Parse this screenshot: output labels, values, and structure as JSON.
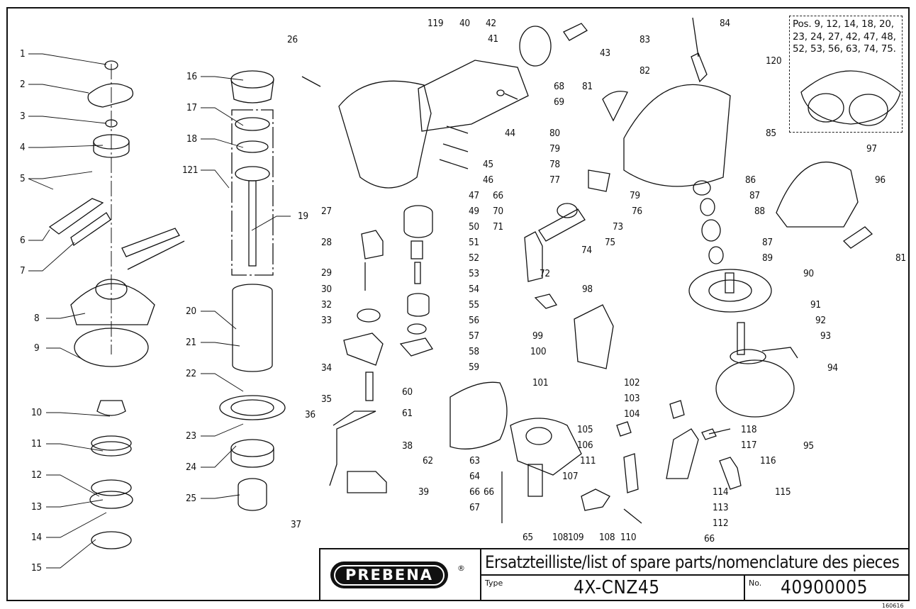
{
  "document": {
    "type": "exploded parts diagram",
    "brand": "PREBENA",
    "registered_mark": "®",
    "title": "Ersatzteilliste/list of spare parts/nomenclature des pieces",
    "type_label": "Type",
    "type_value": "4X-CNZ45",
    "number_label": "No.",
    "number_value": "40900005",
    "doc_code": "160616"
  },
  "note_box": {
    "lines": [
      "Pos. 9, 12, 14, 18, 20,",
      "23, 24, 27, 42, 47, 48,",
      "52, 53, 56, 63, 74, 75."
    ],
    "callout": "120"
  },
  "callouts": [
    "1",
    "2",
    "3",
    "4",
    "5",
    "6",
    "7",
    "8",
    "9",
    "10",
    "11",
    "12",
    "13",
    "14",
    "15",
    "16",
    "17",
    "18",
    "121",
    "19",
    "20",
    "21",
    "22",
    "23",
    "24",
    "25",
    "26",
    "27",
    "28",
    "29",
    "30",
    "32",
    "33",
    "34",
    "35",
    "36",
    "37",
    "38",
    "39",
    "119",
    "40",
    "42",
    "41",
    "43",
    "68",
    "69",
    "44",
    "45",
    "46",
    "47",
    "49",
    "50",
    "51",
    "52",
    "53",
    "54",
    "55",
    "56",
    "57",
    "58",
    "59",
    "60",
    "61",
    "62",
    "63",
    "64",
    "66",
    "67",
    "65",
    "108",
    "109",
    "108",
    "110",
    "66",
    "70",
    "71",
    "72",
    "73",
    "74",
    "75",
    "76",
    "77",
    "78",
    "79",
    "79",
    "80",
    "81",
    "82",
    "83",
    "84",
    "85",
    "86",
    "87",
    "88",
    "87",
    "89",
    "90",
    "91",
    "92",
    "93",
    "94",
    "95",
    "96",
    "97",
    "81",
    "98",
    "99",
    "100",
    "101",
    "102",
    "103",
    "104",
    "105",
    "106",
    "107",
    "111",
    "112",
    "113",
    "114",
    "115",
    "116",
    "117",
    "118",
    "66",
    "66"
  ]
}
